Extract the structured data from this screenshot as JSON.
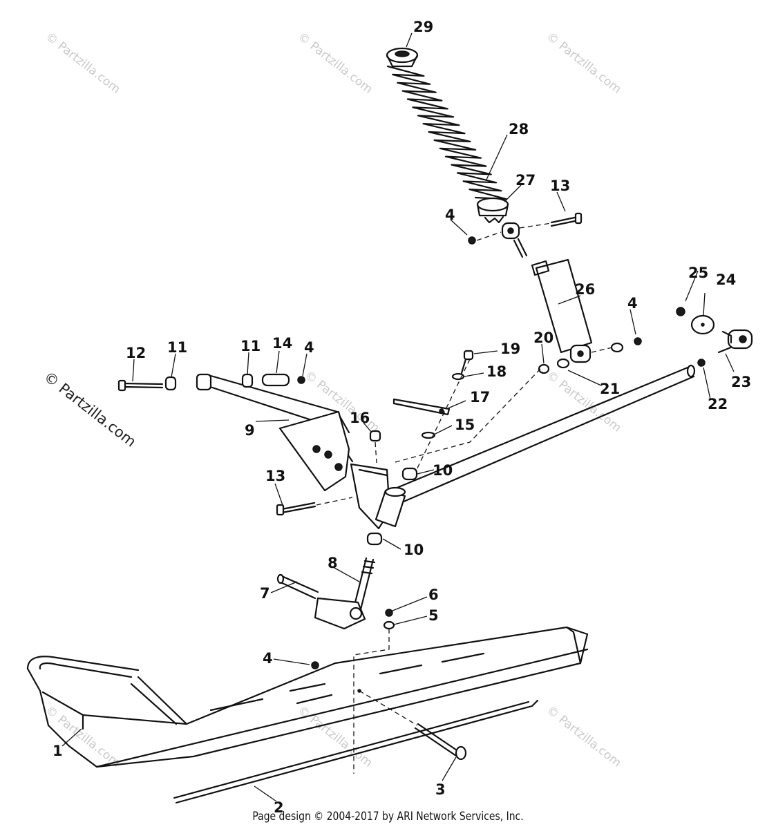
{
  "diagram": {
    "watermark_text": "© Partzilla.com",
    "side_watermark_text": "© Partzilla.com",
    "footer": "Page design © 2004-2017 by ARI Network Services, Inc.",
    "callouts": [
      "1",
      "2",
      "3",
      "4",
      "4",
      "4",
      "4",
      "5",
      "6",
      "7",
      "8",
      "9",
      "10",
      "10",
      "11",
      "11",
      "12",
      "13",
      "13",
      "14",
      "15",
      "16",
      "17",
      "18",
      "19",
      "20",
      "21",
      "22",
      "23",
      "24",
      "25",
      "26",
      "27",
      "28",
      "29"
    ]
  }
}
